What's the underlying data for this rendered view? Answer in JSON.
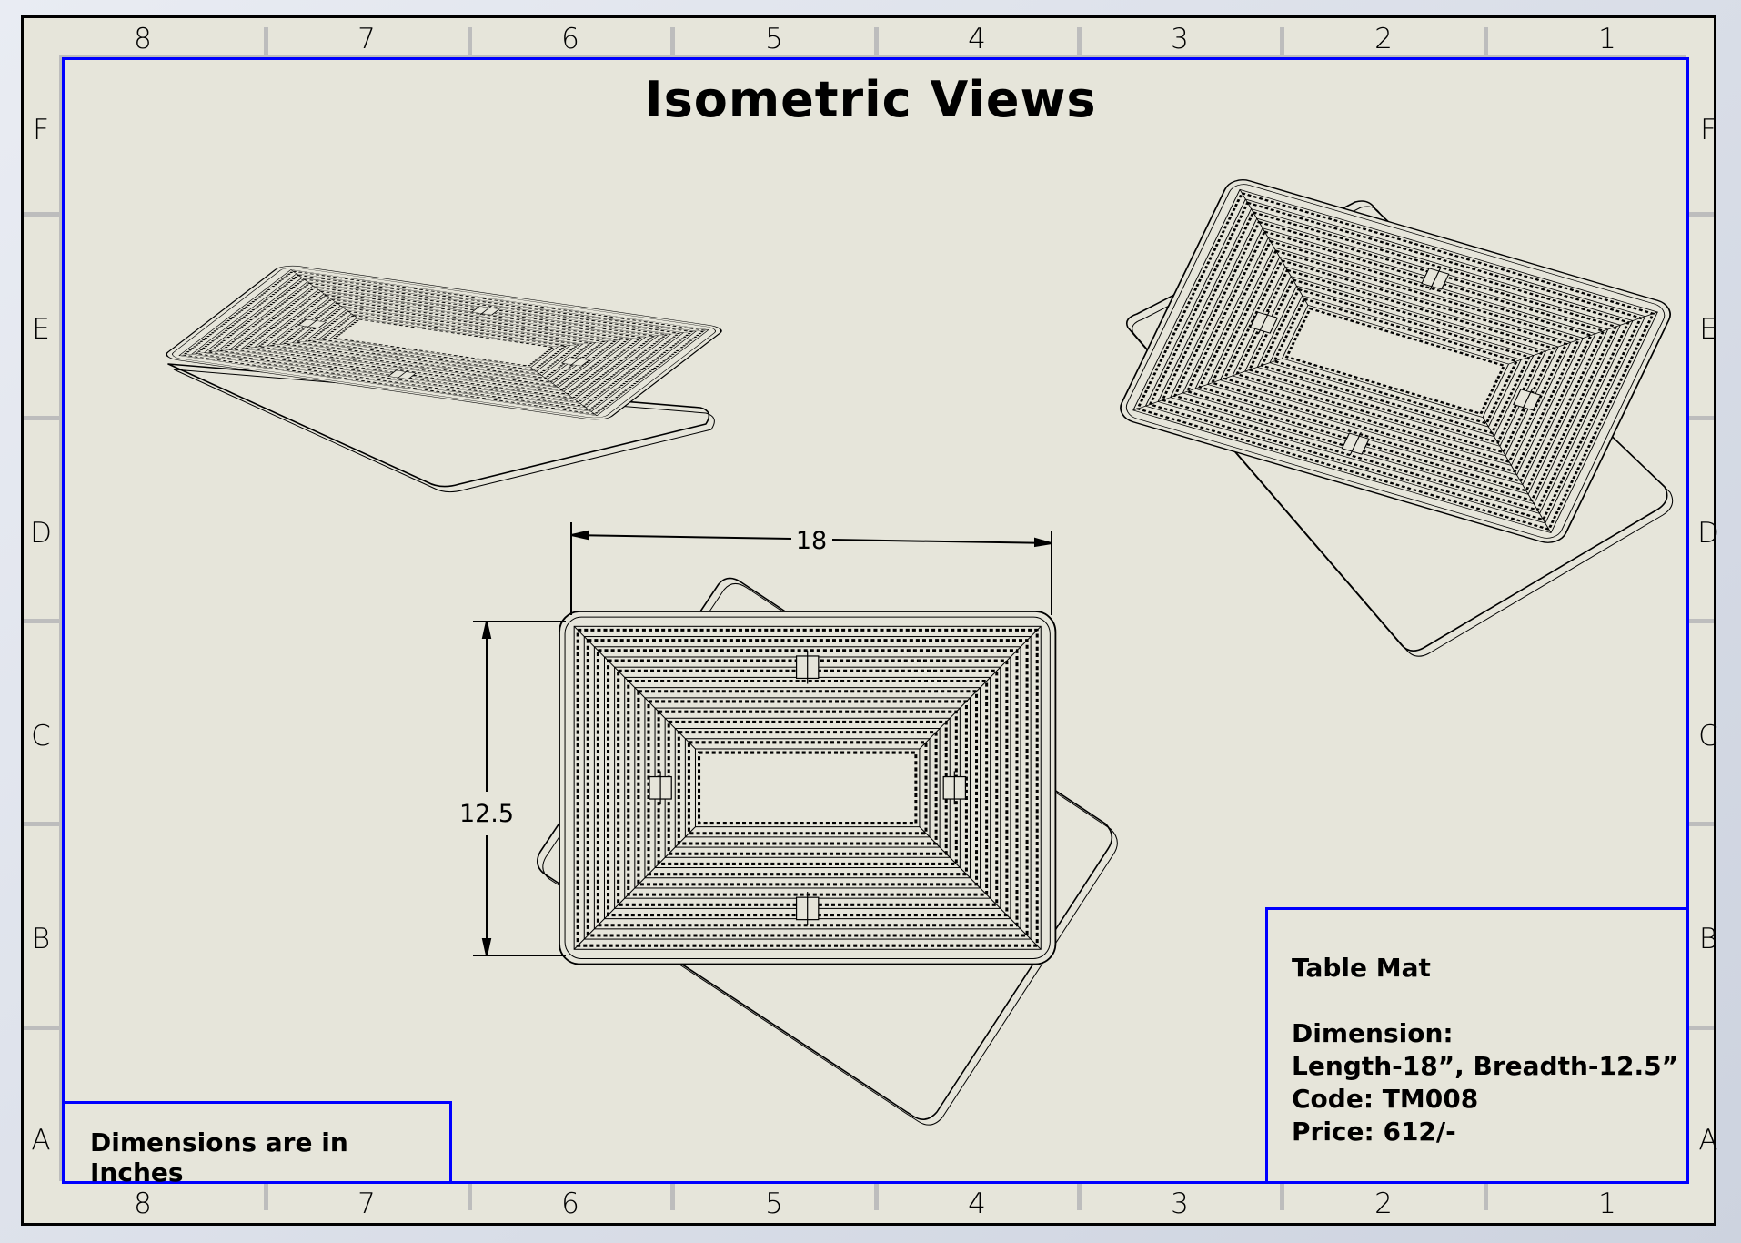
{
  "sheet": {
    "title": "Isometric Views",
    "column_labels": [
      "8",
      "7",
      "6",
      "5",
      "4",
      "3",
      "2",
      "1"
    ],
    "row_labels": [
      "F",
      "E",
      "D",
      "C",
      "B",
      "A"
    ],
    "border_color": "#0000ff",
    "paper_color": "#e6e5da"
  },
  "dimensions": {
    "length": "18",
    "breadth": "12.5"
  },
  "note": "Dimensions are in Inches",
  "title_block": {
    "name": "Table Mat",
    "dimension_label": "Dimension:",
    "dimension_value": "Length-18”, Breadth-12.5”",
    "code": "Code: TM008",
    "price": "Price: 612/-"
  }
}
